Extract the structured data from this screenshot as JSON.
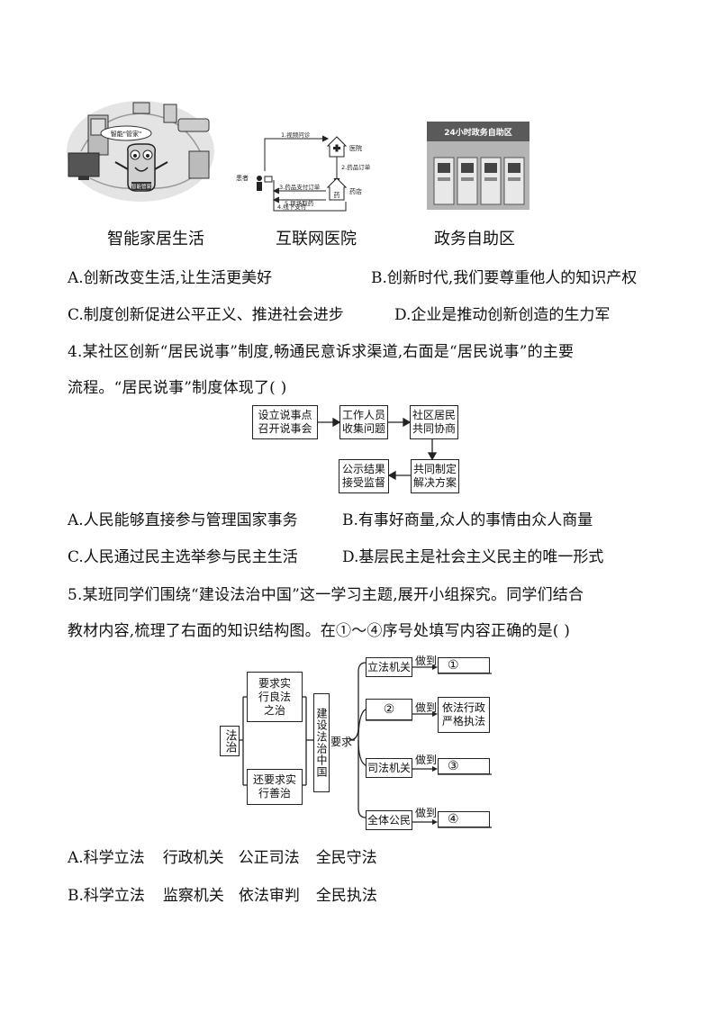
{
  "images": {
    "home": {
      "caption": "智能家居生活",
      "badge": "智能\"管家\"",
      "mascot": "智能管家"
    },
    "hospital": {
      "caption": "互联网医院",
      "labels": {
        "patient": "患者",
        "hospital": "医院",
        "pharmacy": "药店",
        "step1": "1.视频问诊",
        "step2": "2.药品订单",
        "step3": "3.药品支付订单",
        "step4": "4.线下支付",
        "step5": "5.现场取药"
      }
    },
    "selfservice": {
      "caption": "政务自助区",
      "sign": "24小时政务自助区"
    }
  },
  "q3": {
    "options": [
      {
        "key": "A",
        "text": "A.创新改变生活,让生活更美好"
      },
      {
        "key": "B",
        "text": "B.创新时代,我们要尊重他人的知识产权"
      },
      {
        "key": "C",
        "text": "C.制度创新促进公平正义、推进社会进步"
      },
      {
        "key": "D",
        "text": "D.企业是推动创新创造的生力军"
      }
    ]
  },
  "q4": {
    "stem_line1": "4.某社区创新“居民说事”制度,畅通民意诉求渠道,右面是“居民说事”的主要",
    "stem_line2": "流程。“居民说事”制度体现了(    )",
    "flow": {
      "step1": [
        "设立说事点",
        "召开说事会"
      ],
      "step2": [
        "工作人员",
        "收集问题"
      ],
      "step3": [
        "社区居民",
        "共同协商"
      ],
      "step4": [
        "共同制定",
        "解决方案"
      ],
      "step5": [
        "公示结果",
        "接受监督"
      ]
    },
    "options": [
      {
        "key": "A",
        "text": "A.人民能够直接参与管理国家事务"
      },
      {
        "key": "B",
        "text": "B.有事好商量,众人的事情由众人商量"
      },
      {
        "key": "C",
        "text": "C.人民通过民主选举参与民主生活"
      },
      {
        "key": "D",
        "text": "D.基层民主是社会主义民主的唯一形式"
      }
    ]
  },
  "q5": {
    "stem_line1": "5.某班同学们围绕“建设法治中国”这一学习主题,展开小组探究。同学们结合",
    "stem_line2": "教材内容,梳理了右面的知识结构图。在①～④序号处填写内容正确的是(    )",
    "diagram": {
      "fazhi": "法治",
      "top": [
        "要求实",
        "行良法",
        "之治"
      ],
      "bottom": [
        "还要求实",
        "行善治"
      ],
      "center": "建设法治中国",
      "yaoqiu": "要求",
      "zuodao": "做到",
      "row1_left": "立法机关",
      "row1_right": "①",
      "row2_left": "②",
      "row2_right": [
        "依法行政",
        "严格执法"
      ],
      "row3_left": "司法机关",
      "row3_right": "③",
      "row4_left": "全体公民",
      "row4_right": "④"
    },
    "options": [
      {
        "key": "A",
        "text": [
          "A.科学立法",
          "行政机关",
          "公正司法",
          "全民守法"
        ]
      },
      {
        "key": "B",
        "text": [
          "B.科学立法",
          "监察机关",
          "依法审判",
          "全民执法"
        ]
      }
    ]
  }
}
